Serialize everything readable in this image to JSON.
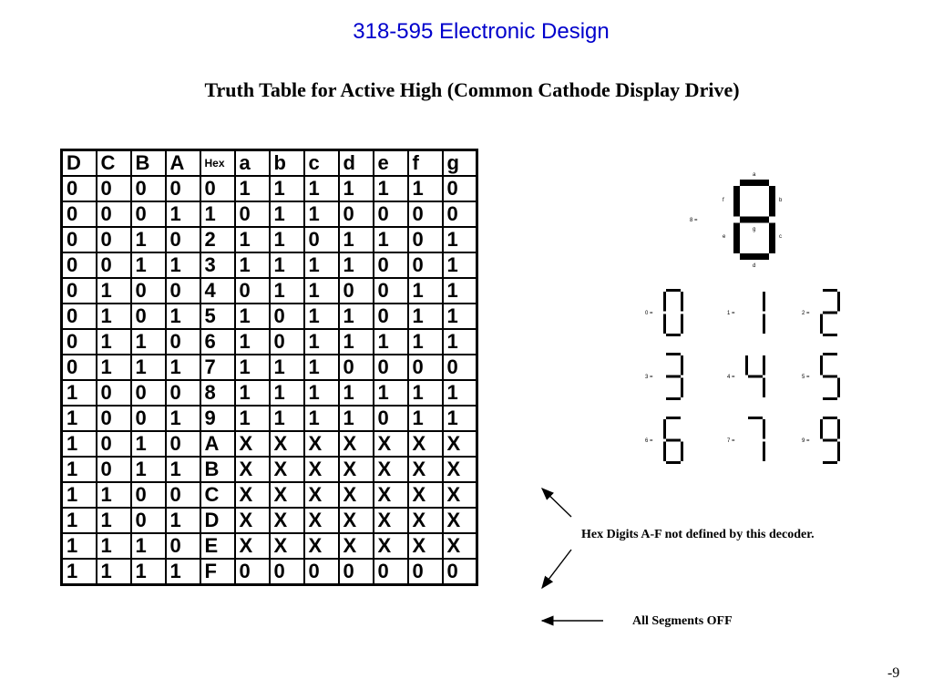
{
  "header": {
    "course_title": "318-595 Electronic Design",
    "slide_title": "Truth Table for Active High (Common Cathode Display Drive)"
  },
  "truth_table": {
    "columns": [
      "D",
      "C",
      "B",
      "A",
      "Hex",
      "a",
      "b",
      "c",
      "d",
      "e",
      "f",
      "g"
    ],
    "rows": [
      [
        "0",
        "0",
        "0",
        "0",
        "0",
        "1",
        "1",
        "1",
        "1",
        "1",
        "1",
        "0"
      ],
      [
        "0",
        "0",
        "0",
        "1",
        "1",
        "0",
        "1",
        "1",
        "0",
        "0",
        "0",
        "0"
      ],
      [
        "0",
        "0",
        "1",
        "0",
        "2",
        "1",
        "1",
        "0",
        "1",
        "1",
        "0",
        "1"
      ],
      [
        "0",
        "0",
        "1",
        "1",
        "3",
        "1",
        "1",
        "1",
        "1",
        "0",
        "0",
        "1"
      ],
      [
        "0",
        "1",
        "0",
        "0",
        "4",
        "0",
        "1",
        "1",
        "0",
        "0",
        "1",
        "1"
      ],
      [
        "0",
        "1",
        "0",
        "1",
        "5",
        "1",
        "0",
        "1",
        "1",
        "0",
        "1",
        "1"
      ],
      [
        "0",
        "1",
        "1",
        "0",
        "6",
        "1",
        "0",
        "1",
        "1",
        "1",
        "1",
        "1"
      ],
      [
        "0",
        "1",
        "1",
        "1",
        "7",
        "1",
        "1",
        "1",
        "0",
        "0",
        "0",
        "0"
      ],
      [
        "1",
        "0",
        "0",
        "0",
        "8",
        "1",
        "1",
        "1",
        "1",
        "1",
        "1",
        "1"
      ],
      [
        "1",
        "0",
        "0",
        "1",
        "9",
        "1",
        "1",
        "1",
        "1",
        "0",
        "1",
        "1"
      ],
      [
        "1",
        "0",
        "1",
        "0",
        "A",
        "X",
        "X",
        "X",
        "X",
        "X",
        "X",
        "X"
      ],
      [
        "1",
        "0",
        "1",
        "1",
        "B",
        "X",
        "X",
        "X",
        "X",
        "X",
        "X",
        "X"
      ],
      [
        "1",
        "1",
        "0",
        "0",
        "C",
        "X",
        "X",
        "X",
        "X",
        "X",
        "X",
        "X"
      ],
      [
        "1",
        "1",
        "0",
        "1",
        "D",
        "X",
        "X",
        "X",
        "X",
        "X",
        "X",
        "X"
      ],
      [
        "1",
        "1",
        "1",
        "0",
        "E",
        "X",
        "X",
        "X",
        "X",
        "X",
        "X",
        "X"
      ],
      [
        "1",
        "1",
        "1",
        "1",
        "F",
        "0",
        "0",
        "0",
        "0",
        "0",
        "0",
        "0"
      ]
    ]
  },
  "segment_diagram": {
    "segment_labels": [
      "a",
      "b",
      "c",
      "d",
      "e",
      "f",
      "g"
    ],
    "reference_label": "8 ="
  },
  "digit_examples": [
    {
      "label": "0 =",
      "digit": "0",
      "segments": [
        1,
        1,
        1,
        1,
        1,
        1,
        0
      ]
    },
    {
      "label": "1 =",
      "digit": "1",
      "segments": [
        0,
        1,
        1,
        0,
        0,
        0,
        0
      ]
    },
    {
      "label": "2 =",
      "digit": "2",
      "segments": [
        1,
        1,
        0,
        1,
        1,
        0,
        1
      ]
    },
    {
      "label": "3 =",
      "digit": "3",
      "segments": [
        1,
        1,
        1,
        1,
        0,
        0,
        1
      ]
    },
    {
      "label": "4 =",
      "digit": "4",
      "segments": [
        0,
        1,
        1,
        0,
        0,
        1,
        1
      ]
    },
    {
      "label": "5 =",
      "digit": "5",
      "segments": [
        1,
        0,
        1,
        1,
        0,
        1,
        1
      ]
    },
    {
      "label": "6 =",
      "digit": "6",
      "segments": [
        1,
        0,
        1,
        1,
        1,
        1,
        1
      ]
    },
    {
      "label": "7 =",
      "digit": "7",
      "segments": [
        1,
        1,
        1,
        0,
        0,
        0,
        0
      ]
    },
    {
      "label": "9 =",
      "digit": "9",
      "segments": [
        1,
        1,
        1,
        1,
        0,
        1,
        1
      ]
    }
  ],
  "annotations": {
    "hex_note": "Hex Digits A-F not defined by this decoder.",
    "off_note": "All Segments OFF"
  },
  "footer": {
    "page_number": "-9"
  }
}
